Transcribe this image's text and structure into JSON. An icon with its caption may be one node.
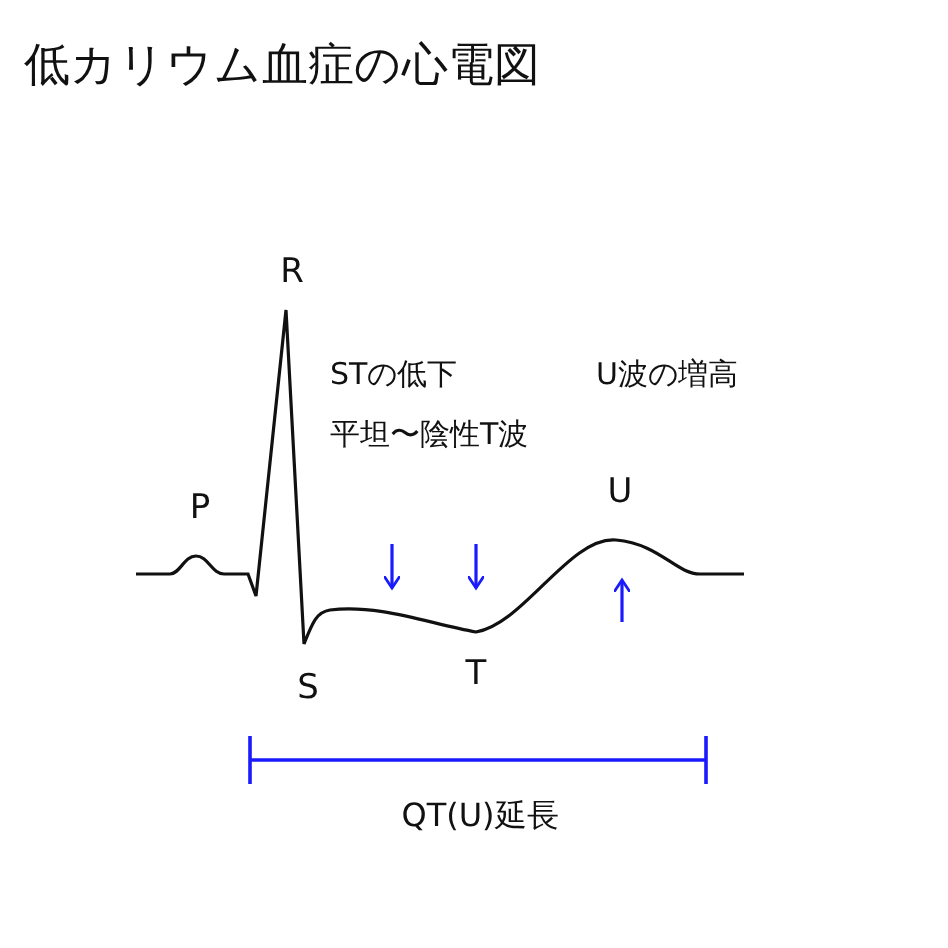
{
  "diagram": {
    "title": "低カリウム血症の心電図",
    "labels": [
      "R",
      "STの低下",
      "U波の増高",
      "平坦〜陰性T波",
      "P",
      "U",
      "S",
      "T",
      "QT(U)延長"
    ]
  }
}
